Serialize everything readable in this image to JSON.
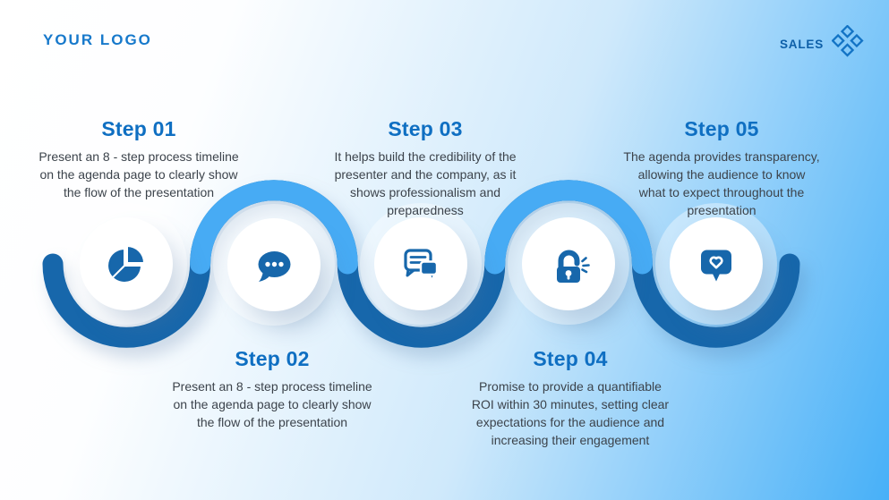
{
  "header": {
    "logo": "YOUR LOGO",
    "badge": "SALES"
  },
  "colors": {
    "accent_blue": "#0f6fc2",
    "logo_blue": "#1779cb",
    "dark_arc": "#1767ab",
    "light_arc": "#47abf4",
    "icon_blue": "#1767ab",
    "body_text": "#3c434b",
    "background_blue": "#47b0f8"
  },
  "steps": [
    {
      "title": "Step 01",
      "icon": "pie-chart-icon",
      "lines": [
        "Present an 8 - step process timeline",
        "on the agenda page to clearly show",
        "the flow of the presentation"
      ]
    },
    {
      "title": "Step 02",
      "icon": "chat-dots-icon",
      "lines": [
        "Present an 8 - step process timeline",
        "on the agenda page to clearly show",
        "the flow of the presentation"
      ]
    },
    {
      "title": "Step 03",
      "icon": "chat-conversation-icon",
      "lines": [
        "It helps build the credibility of the",
        "presenter and the company, as it",
        "shows professionalism and",
        "preparedness"
      ]
    },
    {
      "title": "Step 04",
      "icon": "unlock-icon",
      "lines": [
        "Promise to provide a quantifiable",
        "ROI within 30 minutes, setting clear",
        "expectations for the audience and",
        "increasing their engagement"
      ]
    },
    {
      "title": "Step 05",
      "icon": "heart-message-icon",
      "lines": [
        "The agenda provides transparency,",
        "allowing the audience to know",
        "what to expect throughout the",
        "presentation"
      ]
    }
  ]
}
